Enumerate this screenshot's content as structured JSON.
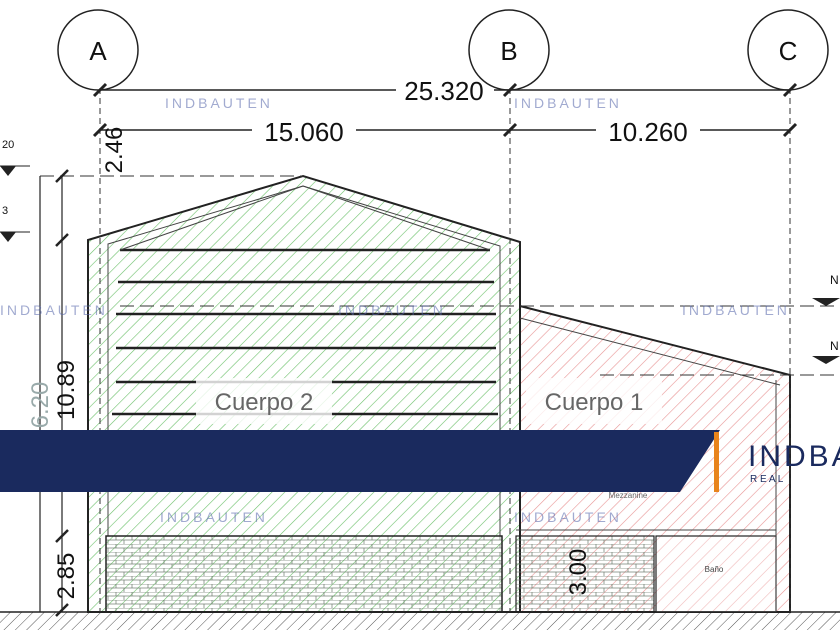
{
  "grid_axes": [
    {
      "label": "A"
    },
    {
      "label": "B"
    },
    {
      "label": "C"
    }
  ],
  "dimensions": {
    "total": "25.320",
    "span_ab": "15.060",
    "span_bc": "10.260",
    "roof_rise": "2.46",
    "height_main": "10.89",
    "height_total_partial": "6.20",
    "height_base": "2.85",
    "height_body1_base": "3.00"
  },
  "bodies": {
    "body2": "Cuerpo 2",
    "body1": "Cuerpo 1",
    "mezzanine": "Mezzanine",
    "bathroom": "Baño"
  },
  "level_marks": {
    "left_top": "20",
    "left_second": "3",
    "right_top": "N",
    "right_second": "N"
  },
  "watermark": {
    "text": "INDBAUTEN",
    "banner_name": "INDBA",
    "banner_sub": "R E A L"
  },
  "colors": {
    "green_hatch": "#6cc06a",
    "red_hatch": "#e89494",
    "navy_banner": "#1a2a5e",
    "orange_mark": "#e8841c",
    "line": "#222222"
  }
}
